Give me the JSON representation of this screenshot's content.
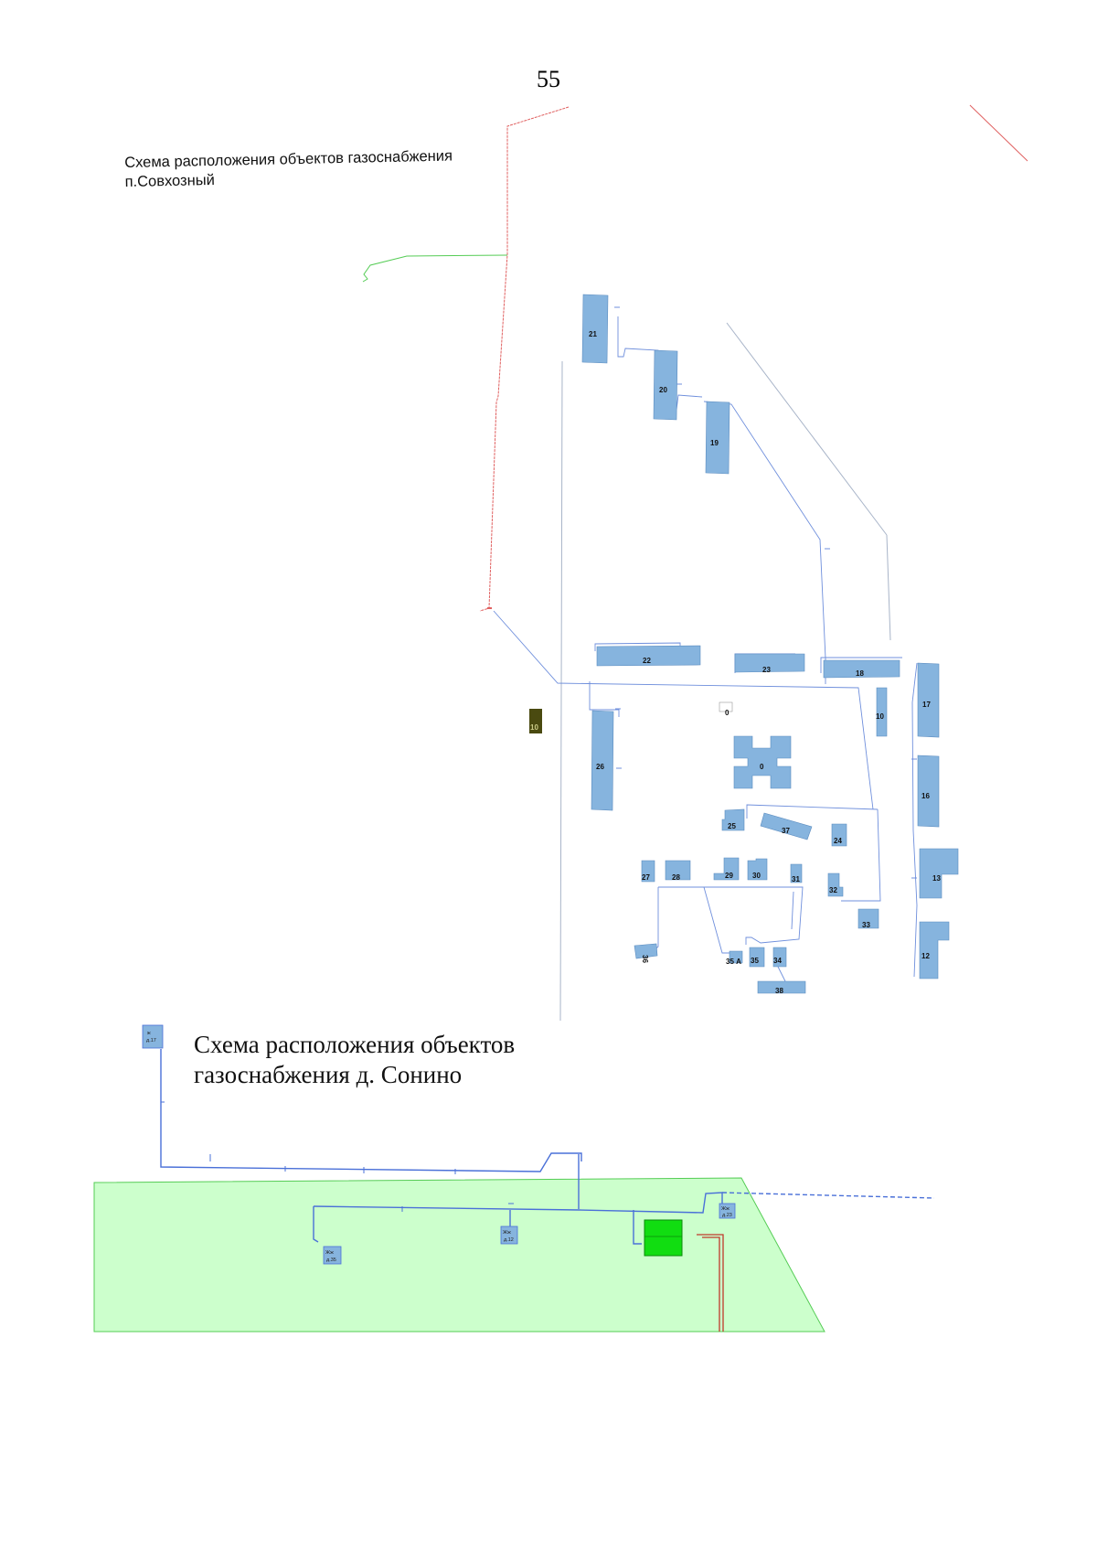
{
  "page": {
    "number": "55"
  },
  "map1": {
    "title_line1": "Схема расположения объектов газоснабжения",
    "title_line2": "п.Совхозный",
    "colors": {
      "building": "#86b4de",
      "building_stroke": "#5a8bbf",
      "gas_low": "#6f8fdc",
      "gas_high": "#e06060",
      "gas_green": "#55cc55",
      "dark_building": "#4a4a10"
    },
    "buildings": [
      "21",
      "20",
      "19",
      "22",
      "23",
      "18",
      "17",
      "10",
      "26",
      "0",
      "0",
      "16",
      "13",
      "12",
      "25",
      "37",
      "24",
      "27",
      "28",
      "29",
      "30",
      "31",
      "32",
      "33",
      "36",
      "35 А",
      "35",
      "34",
      "38"
    ],
    "dark_building_label": "10"
  },
  "map2": {
    "title_line1": "Схема расположения объектов",
    "title_line2": "газоснабжения д. Сонино",
    "colors": {
      "zone_fill": "#ccffcc",
      "zone_stroke": "#55cc55",
      "pipe": "#4a70d8",
      "pipe_red": "#c0392b",
      "station": "#11dd11"
    },
    "house_labels": [
      {
        "l1": "ж",
        "l2": "д.17"
      },
      {
        "l1": "Жж",
        "l2": "д.35"
      },
      {
        "l1": "Жж",
        "l2": "д.12"
      },
      {
        "l1": "Жж",
        "l2": "д.23"
      }
    ]
  }
}
